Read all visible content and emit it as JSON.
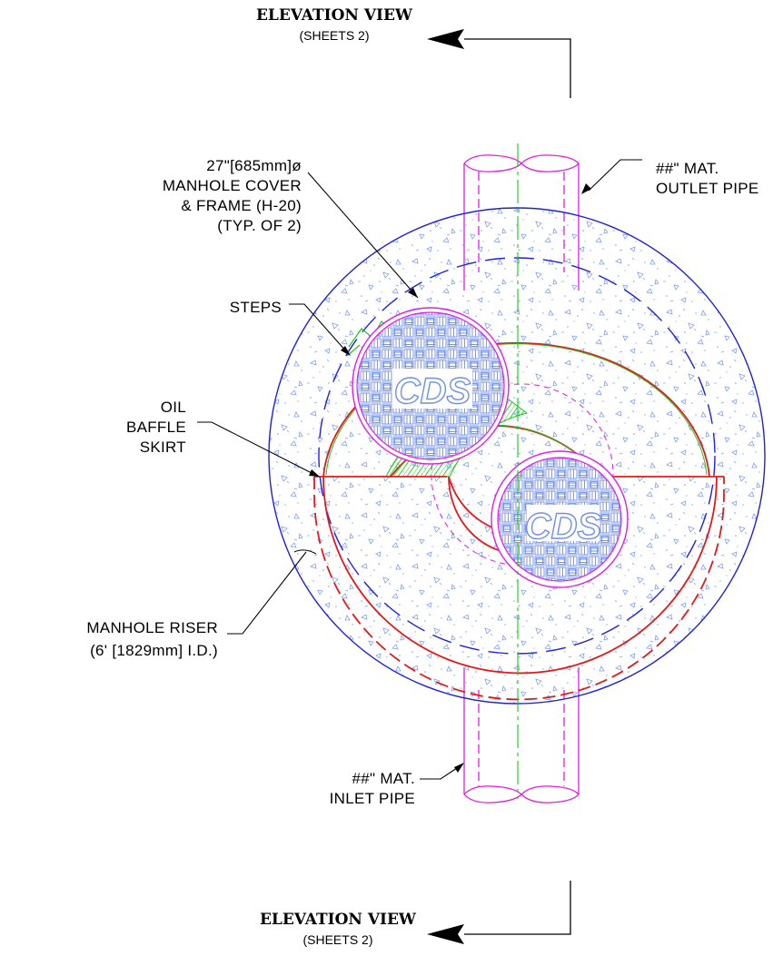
{
  "section_top": {
    "title": "ELEVATION VIEW",
    "sheet": "(SHEETS 2)"
  },
  "section_bottom": {
    "title": "ELEVATION VIEW",
    "sheet": "(SHEETS 2)"
  },
  "labels": {
    "manhole_cover": [
      "27\"[685mm]ø",
      "MANHOLE COVER",
      "& FRAME (H-20)",
      "(TYP. OF 2)"
    ],
    "outlet_pipe": [
      "##\" MAT.",
      "OUTLET PIPE"
    ],
    "steps": "STEPS",
    "oil_baffle": [
      "OIL",
      "BAFFLE",
      "SKIRT"
    ],
    "manhole_riser": [
      "MANHOLE RISER",
      "(6' [1829mm] I.D.)"
    ],
    "inlet_pipe": [
      "##\" MAT.",
      "INLET PIPE"
    ]
  },
  "cover_logo": "CDS",
  "colors": {
    "outer_wall": "#1e1ee6",
    "inner_dashed": "#1e1ee6",
    "pipes": "#e619e6",
    "centerline": "#19c819",
    "baffle": "#e61919",
    "steps": "#19c819",
    "cover_pattern": "#6f8fe8",
    "concrete": "#7f9fef",
    "leader": "#000000"
  }
}
